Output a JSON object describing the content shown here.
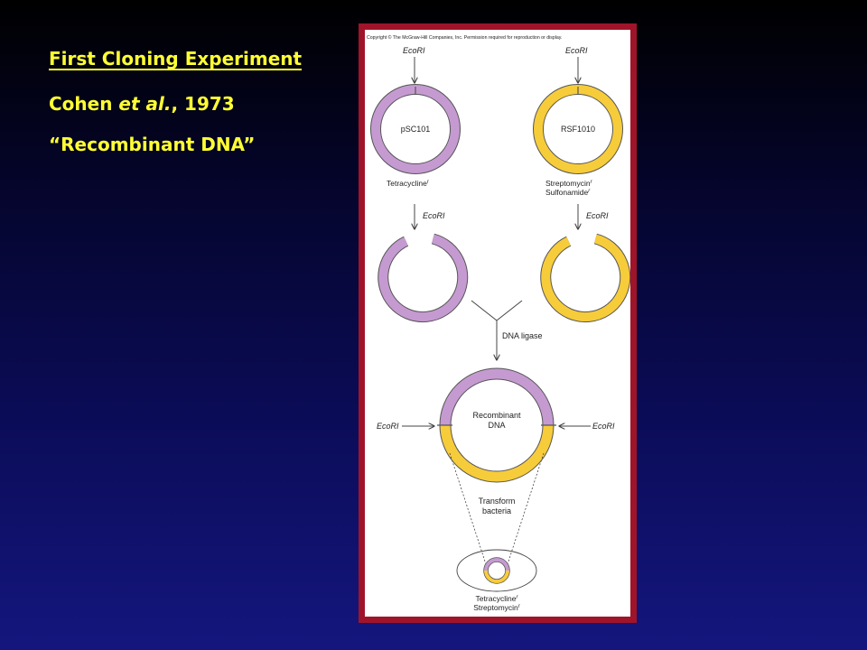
{
  "slide": {
    "title": "First Cloning Experiment",
    "citation_author": "Cohen ",
    "citation_italic": "et al.",
    "citation_year": ", 1973",
    "subtitle": "“Recombinant DNA”"
  },
  "figure": {
    "copyright": "Copyright © The McGraw-Hill Companies, Inc. Permission required for reproduction or display.",
    "enzyme": "EcoRI",
    "plasmid1": {
      "name": "pSC101",
      "color": "#c59ad1",
      "resistance": "Tetracycline",
      "resistance_sup": "r"
    },
    "plasmid2": {
      "name": "RSF1010",
      "color": "#f7cc3a",
      "resistance1": "Streptomycin",
      "resistance1_sup": "r",
      "resistance2": "Sulfonamide",
      "resistance2_sup": "r"
    },
    "ligase_label": "DNA ligase",
    "recombinant_line1": "Recombinant",
    "recombinant_line2": "DNA",
    "transform_line1": "Transform",
    "transform_line2": "bacteria",
    "final_resistance1": "Tetracycline",
    "final_resistance1_sup": "r",
    "final_resistance2": "Streptomycin",
    "final_resistance2_sup": "r"
  }
}
